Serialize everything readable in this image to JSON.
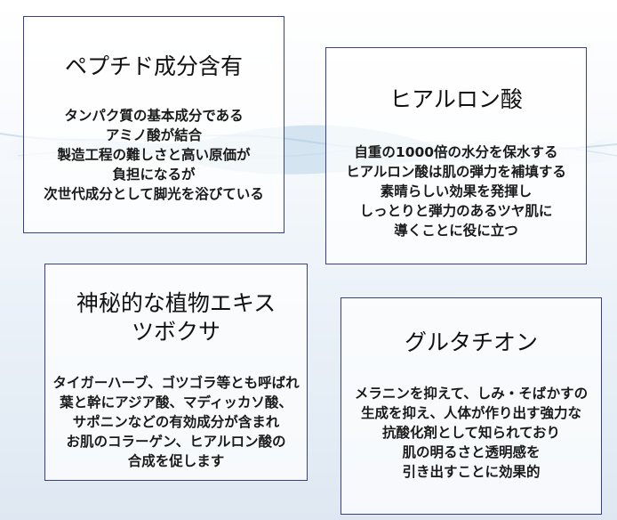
{
  "cards": [
    {
      "title_lines": [
        "ペプチド成分含有"
      ],
      "body_lines": [
        "タンパク質の基本成分である",
        "アミノ酸が結合",
        "製造工程の難しさと高い原価が",
        "負担になるが",
        "次世代成分として脚光を浴びている"
      ]
    },
    {
      "title_lines": [
        "ヒアルロン酸"
      ],
      "body_lines": [
        "自重の1000倍の水分を保水する",
        "ヒアルロン酸は肌の弾力を補填する",
        "素晴らしい効果を発揮し",
        "しっとりと弾力のあるツヤ肌に",
        "導くことに役に立つ"
      ]
    },
    {
      "title_lines": [
        "神秘的な植物エキス",
        "ツボクサ"
      ],
      "body_lines": [
        "タイガーハーブ、ゴツゴラ等とも呼ばれ",
        "葉と幹にアジア酸、マディッカソ酸、",
        "サポニンなどの有効成分が含まれ",
        "お肌のコラーゲン、ヒアルロン酸の",
        "合成を促します"
      ]
    },
    {
      "title_lines": [
        "グルタチオン"
      ],
      "body_lines": [
        "メラニンを抑えて、しみ・そばかすの",
        "生成を抑え、人体が作り出す強力な",
        "抗酸化剤として知られており",
        "肌の明るさと透明感を",
        "引き出すことに効果的"
      ]
    }
  ]
}
